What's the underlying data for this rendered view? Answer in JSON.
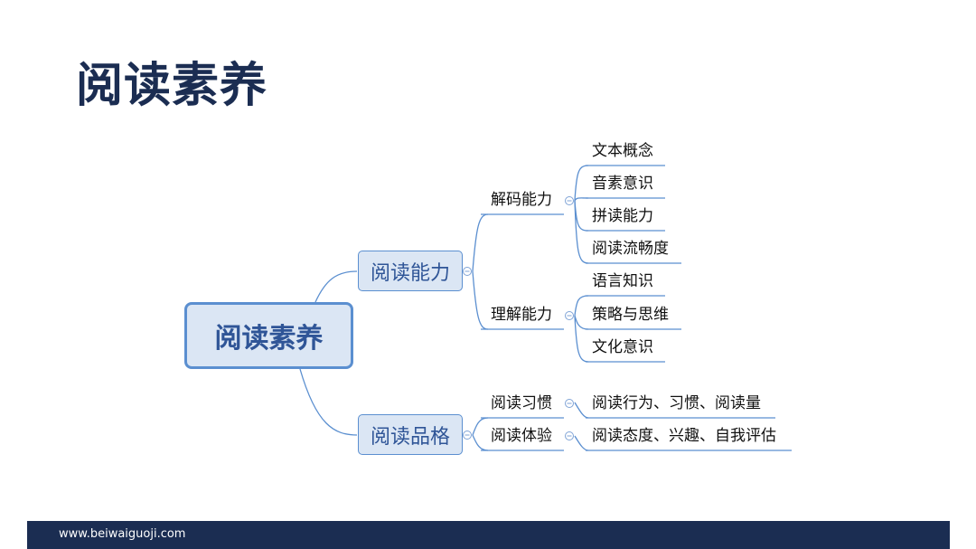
{
  "title": "阅读素养",
  "mindmap": {
    "root": "阅读素养",
    "branches": [
      {
        "label": "阅读能力",
        "children": [
          {
            "label": "解码能力",
            "children": [
              "文本概念",
              "音素意识",
              "拼读能力",
              "阅读流畅度"
            ]
          },
          {
            "label": "理解能力",
            "children": [
              "语言知识",
              "策略与思维",
              "文化意识"
            ]
          }
        ]
      },
      {
        "label": "阅读品格",
        "children": [
          {
            "label": "阅读习惯",
            "children": [
              "阅读行为、习惯、阅读量"
            ]
          },
          {
            "label": "阅读体验",
            "children": [
              "阅读态度、兴趣、自我评估"
            ]
          }
        ]
      }
    ]
  },
  "colors": {
    "title": "#1b2d52",
    "line": "#5b8fd0",
    "node_fill": "#dbe6f4",
    "footer": "#1b2d52"
  },
  "footer": {
    "website": "www.beiwaiguoji.com"
  }
}
